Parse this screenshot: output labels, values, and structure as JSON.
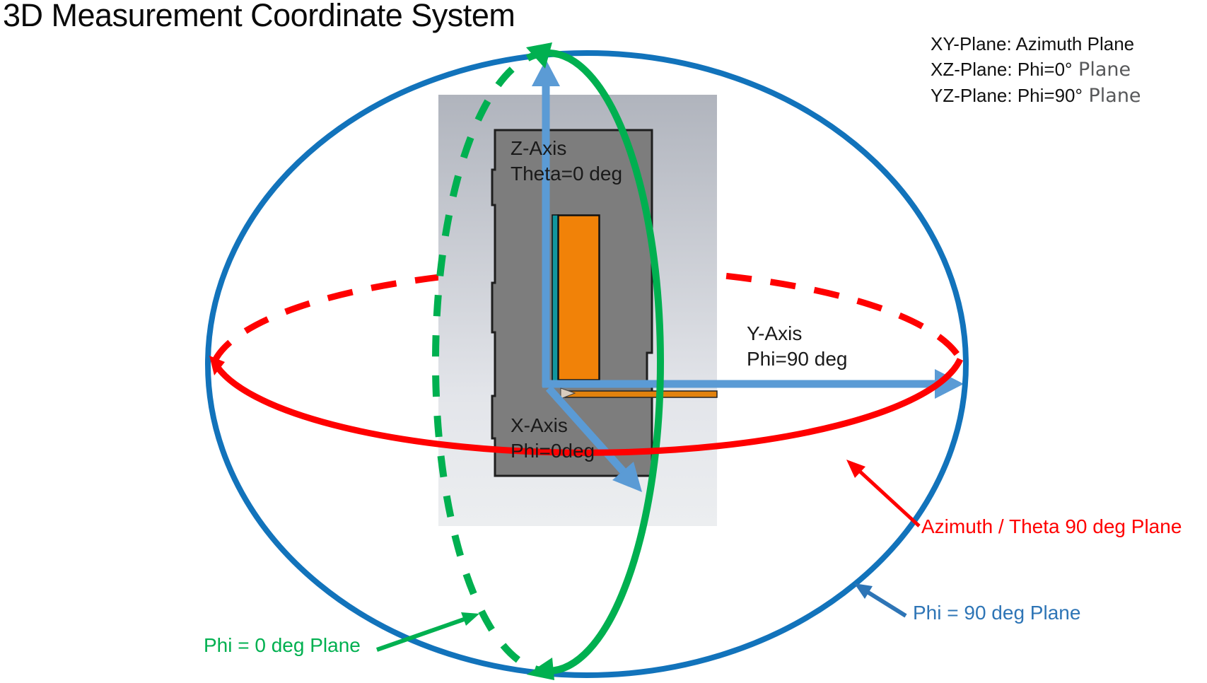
{
  "title": "3D Measurement Coordinate System",
  "legend": {
    "items": [
      {
        "prefix": "XY-Plane: Azimuth Plane",
        "suffix": ""
      },
      {
        "prefix": "XZ-Plane: Phi=0°",
        "suffix": " Plane"
      },
      {
        "prefix": "YZ-Plane: Phi=90°",
        "suffix": " Plane"
      }
    ]
  },
  "axis_labels": {
    "z": {
      "name": "Z-Axis",
      "value": "Theta=0 deg"
    },
    "y": {
      "name": "Y-Axis",
      "value": "Phi=90 deg"
    },
    "x": {
      "name": "X-Axis",
      "value": "Phi=0deg"
    }
  },
  "callouts": {
    "azimuth": {
      "label": "Azimuth / Theta 90 deg Plane",
      "color": "#FF0000"
    },
    "phi90": {
      "label": "Phi = 90 deg Plane",
      "color": "#2E75B6"
    },
    "phi0": {
      "label": "Phi = 0 deg Plane",
      "color": "#00B050"
    }
  },
  "colors": {
    "sphere_blue": "#1273BB",
    "axis_arrow_light_blue": "#5B9BD5",
    "azimuth_red": "#FF0000",
    "phi0_green": "#00B050",
    "callout_blue_text": "#2E75B6",
    "model_body_gray": "#7D7D7D",
    "model_orange": "#F18208",
    "model_teal": "#12969E",
    "backdrop_gray_top": "#B0B4BD",
    "backdrop_gray_bottom": "#ECEEF0"
  }
}
